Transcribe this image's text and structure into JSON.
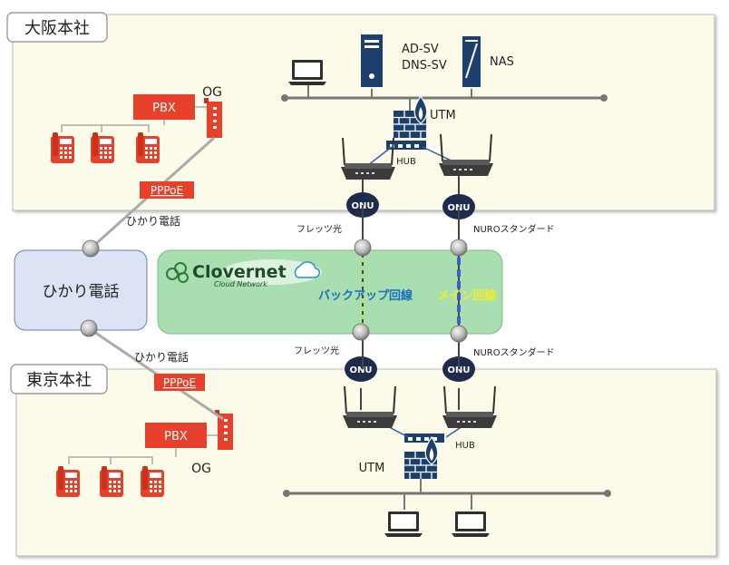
{
  "osaka": {
    "title": "大阪本社",
    "servers": {
      "ad_line1": "AD-SV",
      "ad_line2": "DNS-SV",
      "nas": "NAS"
    },
    "utm": "UTM",
    "hub": "HUB",
    "pbx": "PBX",
    "og": "OG",
    "pppoe": "PPPoE",
    "hikari_denwa": "ひかり電話",
    "onu_left": "ONU",
    "onu_right": "ONU",
    "line_left": "フレッツ光",
    "line_right": "NUROスタンダード"
  },
  "center": {
    "hikari_box": "ひかり電話",
    "clovernet_title": "Clovernet",
    "clovernet_sub": "Cloud Network",
    "backup_line": "バックアップ回線",
    "main_line": "メイン回線"
  },
  "tokyo": {
    "title": "東京本社",
    "utm": "UTM",
    "hub": "HUB",
    "pbx": "PBX",
    "og": "OG",
    "pppoe": "PPPoE",
    "hikari_denwa": "ひかり電話",
    "onu_left": "ONU",
    "onu_right": "ONU",
    "line_left": "フレッツ光",
    "line_right": "NUROスタンダード"
  },
  "colors": {
    "site_bg": "#fcfbea",
    "pbx_red": "#e8412b",
    "hikari_bg": "#dce3f4",
    "clovernet_bg": "#a8deb0",
    "server_navy": "#1d3f6e",
    "backup_text": "#1a6ec0",
    "main_text": "#f2ee2a"
  }
}
